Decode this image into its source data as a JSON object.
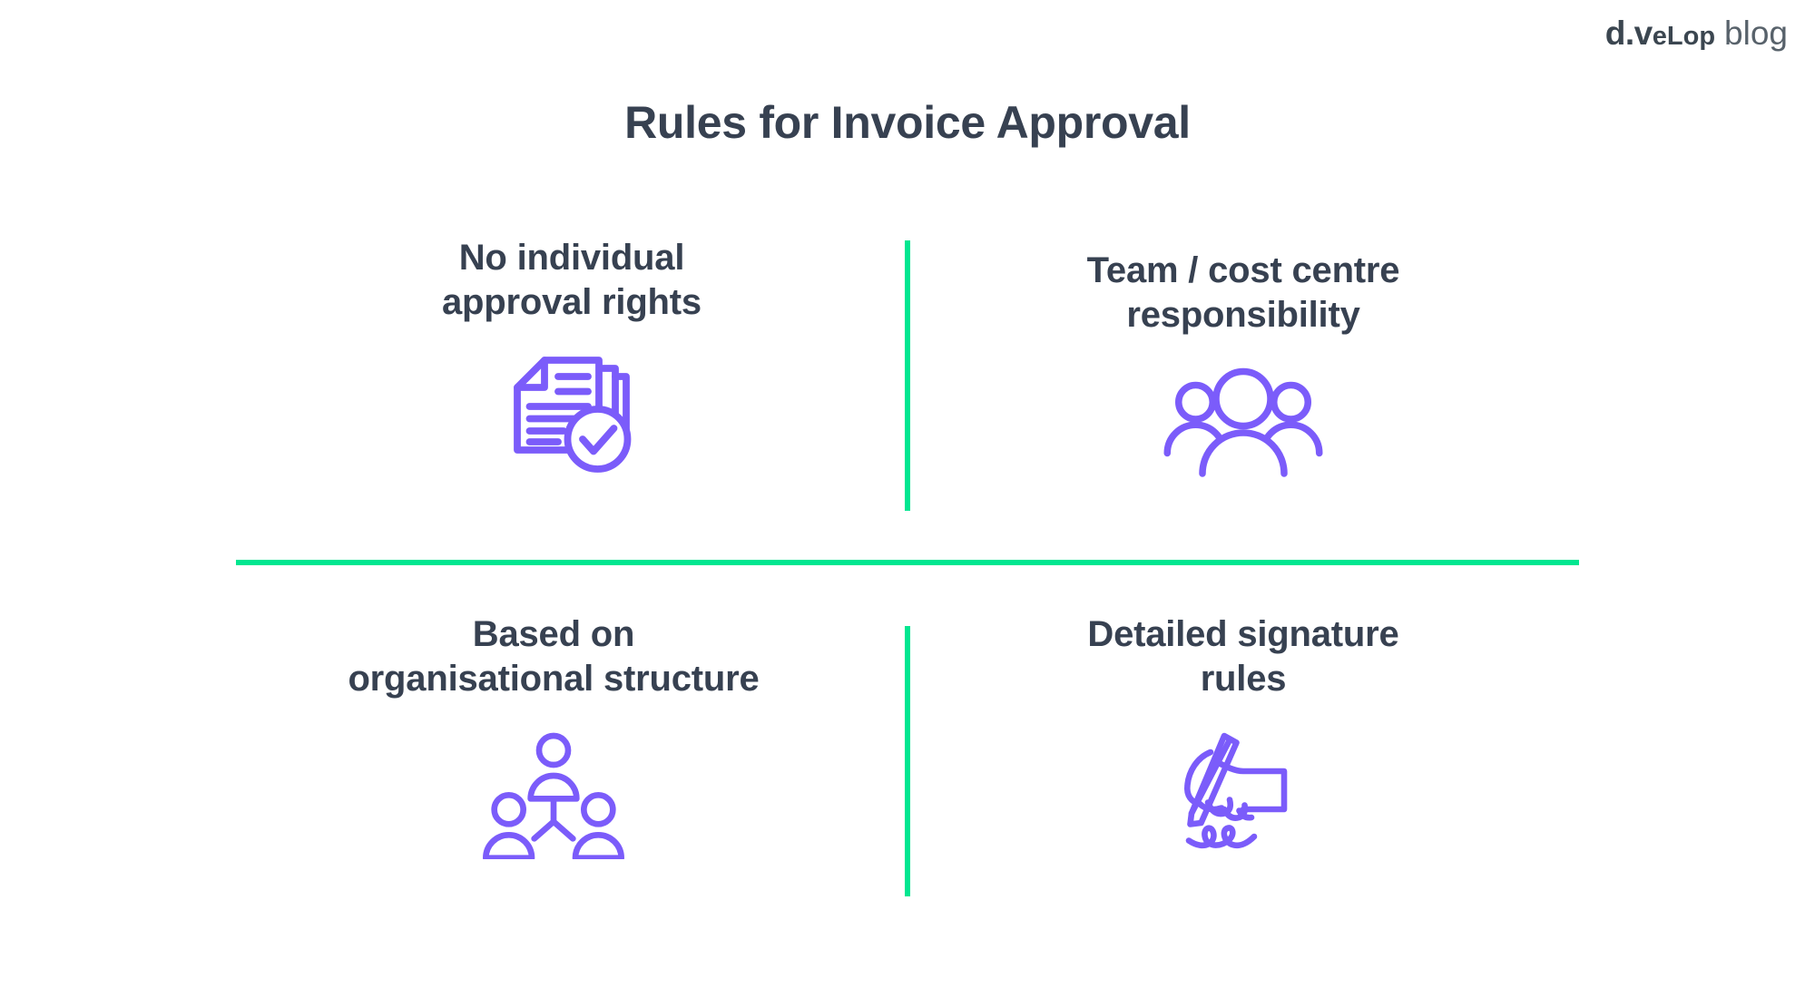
{
  "logo": {
    "brand_prefix": "d.v",
    "brand_smallcaps": "eLop",
    "suffix": "blog",
    "name": "d.veLop blog"
  },
  "title": "Rules for Invoice Approval",
  "colors": {
    "text_dark": "#374151",
    "icon_purple": "#7b5cfa",
    "divider_green": "#00e690",
    "background": "#ffffff"
  },
  "quadrants": [
    {
      "id": "no-individual-approval-rights",
      "heading_line1": "No individual",
      "heading_line2": "approval rights",
      "icon": "documents-check-icon"
    },
    {
      "id": "team-cost-centre-responsibility",
      "heading_line1": "Team / cost centre",
      "heading_line2": "responsibility",
      "icon": "people-group-icon"
    },
    {
      "id": "based-on-organisational-structure",
      "heading_line1": "Based on",
      "heading_line2": "organisational structure",
      "icon": "org-hierarchy-icon"
    },
    {
      "id": "detailed-signature-rules",
      "heading_line1": "Detailed signature",
      "heading_line2": "rules",
      "icon": "hand-signature-icon"
    }
  ]
}
